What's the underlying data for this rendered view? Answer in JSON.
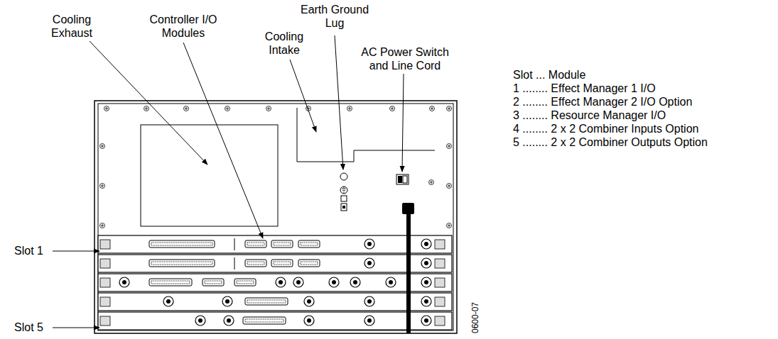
{
  "diagram": {
    "labels": [
      "Cooling Exhaust",
      "Controller I/O Modules",
      "Earth Ground Lug",
      "Cooling Intake",
      "AC Power Switch and Line Cord",
      "Slot ... Module",
      "1 ........ Effect Manager 1 I/O",
      "2 ........ Effect Manager 2 I/O Option",
      "3 ........ Resource Manager I/O",
      "4 ........ 2 x 2 Combiner Inputs Option",
      "5 ........ 2 x 2 Combiner Outputs Option",
      "Slot 1",
      "Slot 5",
      "0600-07"
    ]
  }
}
